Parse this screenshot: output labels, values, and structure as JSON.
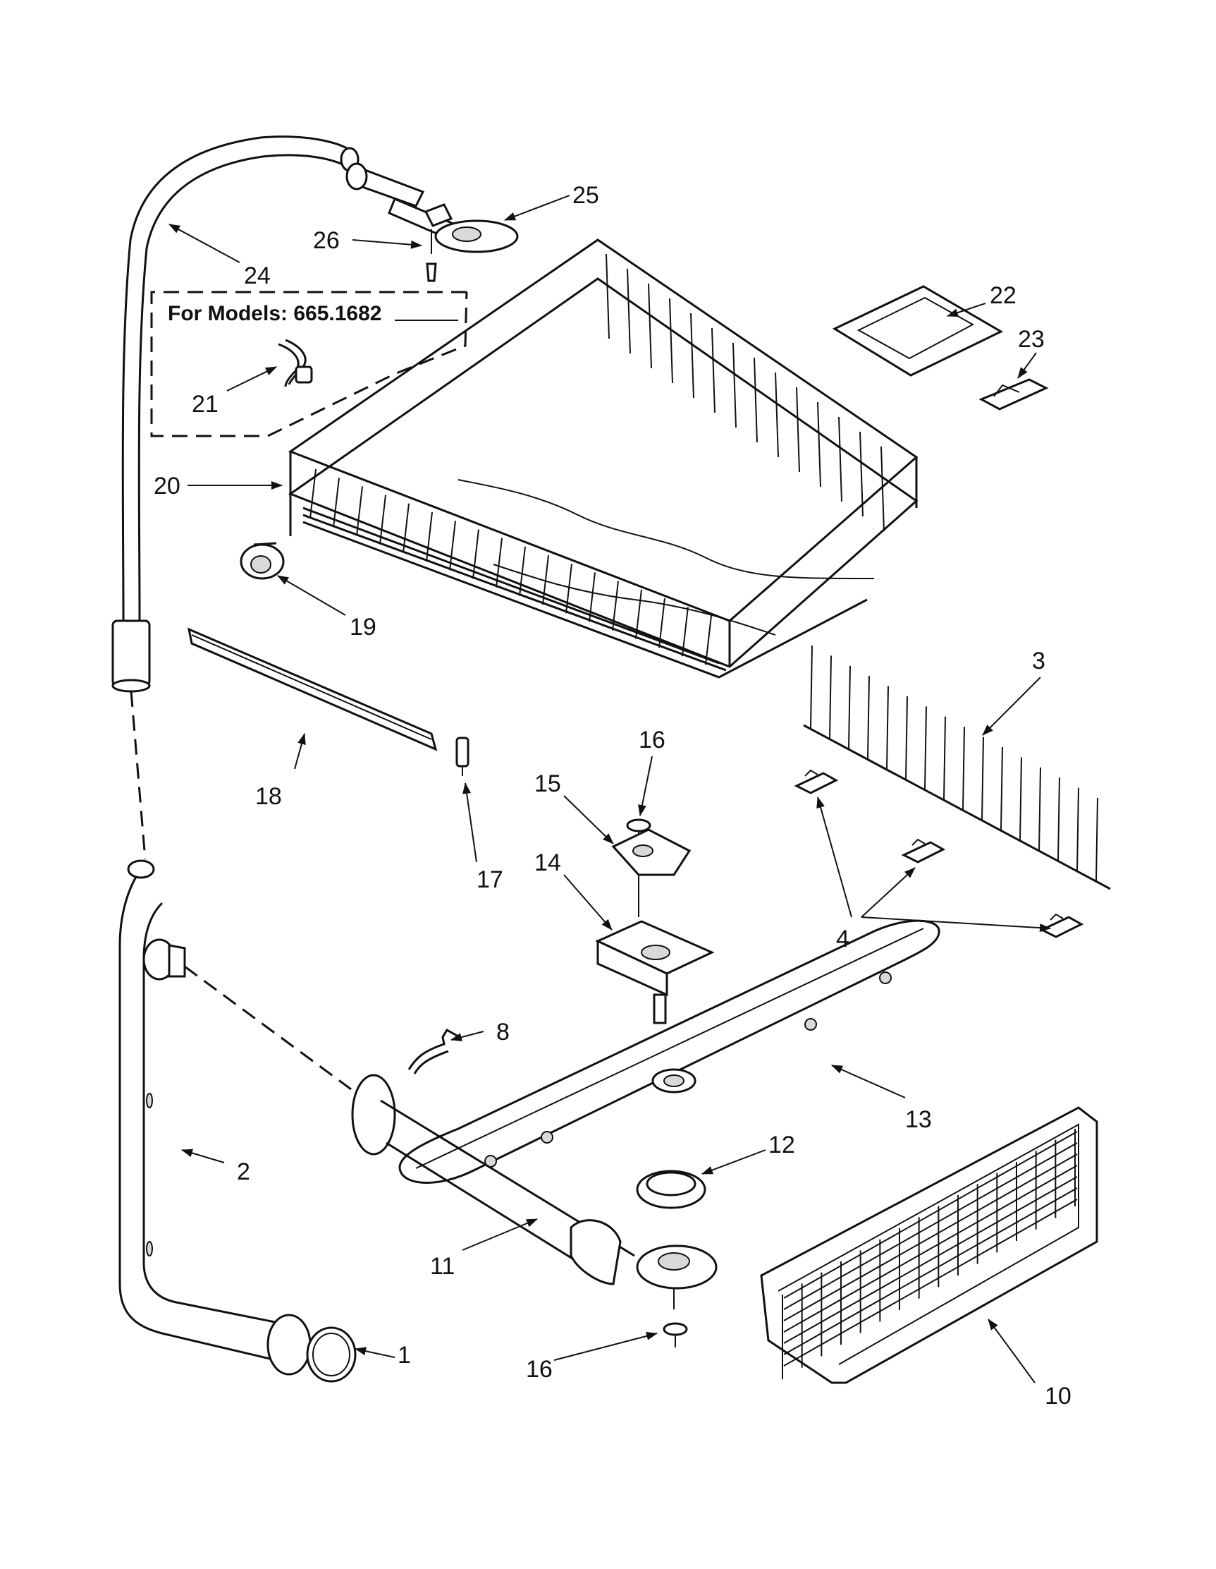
{
  "diagram": {
    "model_note": "For Models: 665.1682",
    "callouts": [
      "1",
      "2",
      "3",
      "4",
      "8",
      "10",
      "11",
      "12",
      "13",
      "14",
      "15",
      "16",
      "16",
      "17",
      "18",
      "19",
      "20",
      "21",
      "22",
      "23",
      "24",
      "25",
      "26"
    ]
  },
  "colors": {
    "ink": "#111111",
    "paper": "#ffffff"
  }
}
